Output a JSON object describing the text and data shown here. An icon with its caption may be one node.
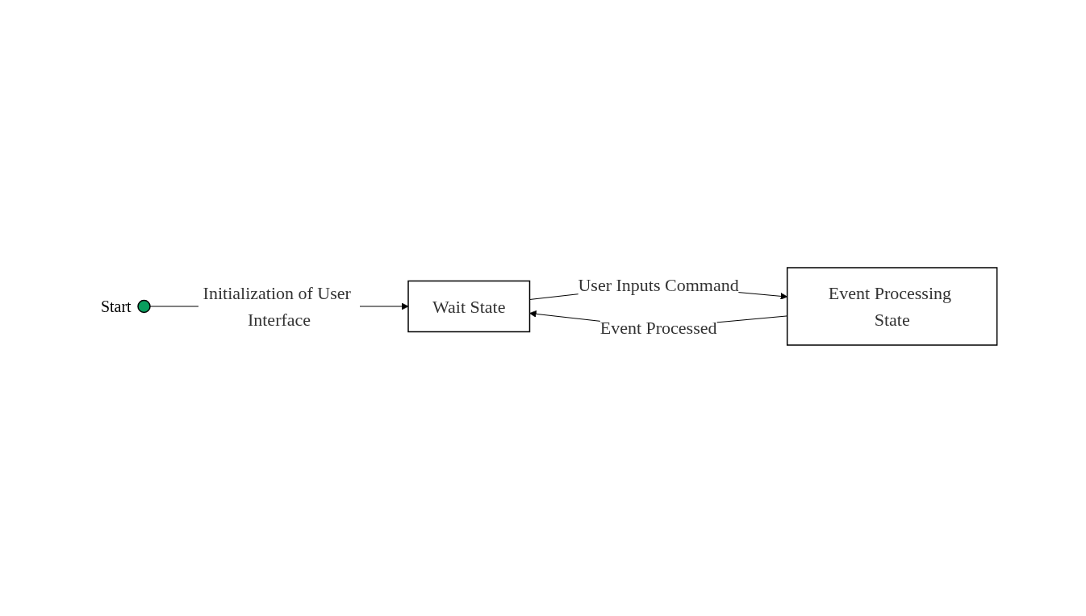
{
  "diagram": {
    "nodes": [
      {
        "text": [],
        "shape": "circle",
        "beside": [
          "Start"
        ]
      },
      {
        "text": [
          "Wait State"
        ]
      },
      {
        "text": [
          "Event Processing State"
        ]
      }
    ],
    "edges": [
      {
        "from": 0,
        "to": 1,
        "arrow": "to",
        "label": "Initialization of User Interface"
      },
      {
        "from": 1,
        "to": 2,
        "arrow": "to",
        "label": "User Inputs Command"
      },
      {
        "from": 2,
        "to": 1,
        "arrow": "to",
        "label": "Event Processed"
      }
    ]
  }
}
